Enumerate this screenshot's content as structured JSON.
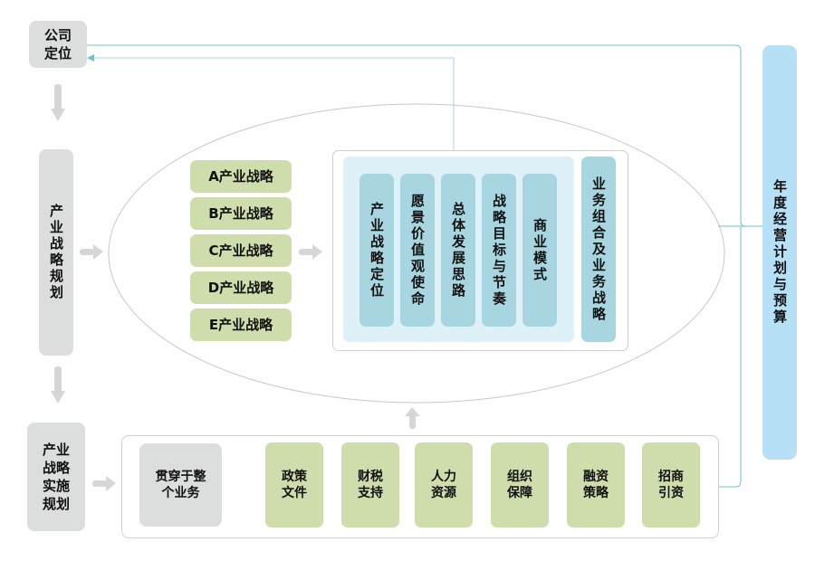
{
  "company_positioning": "公司\n定位",
  "strategy_planning": "产业战略规划",
  "strategy_impl": "产业\n战略\n实施\n规划",
  "industry_strategies": [
    "A产业战略",
    "B产业战略",
    "C产业战略",
    "D产业战略",
    "E产业战略"
  ],
  "core_elements": [
    "产业战略定位",
    "愿景价值观使命",
    "总体发展思路",
    "战略目标与节奏",
    "商业模式"
  ],
  "portfolio": "业务组合及业务战略",
  "annual_plan": "年度经营计划与预算",
  "throughout": "贯穿于整\n个业务",
  "support_items": [
    "政策\n文件",
    "财税\n支持",
    "人力\n资源",
    "组织\n保障",
    "融资\n策略",
    "招商\n引资"
  ],
  "colors": {
    "gray": "#dcdddd",
    "green": "#cfdcab",
    "light_blue": "#a8d6e0",
    "sky": "#b5e0f5",
    "line": "#6cc3d8"
  }
}
